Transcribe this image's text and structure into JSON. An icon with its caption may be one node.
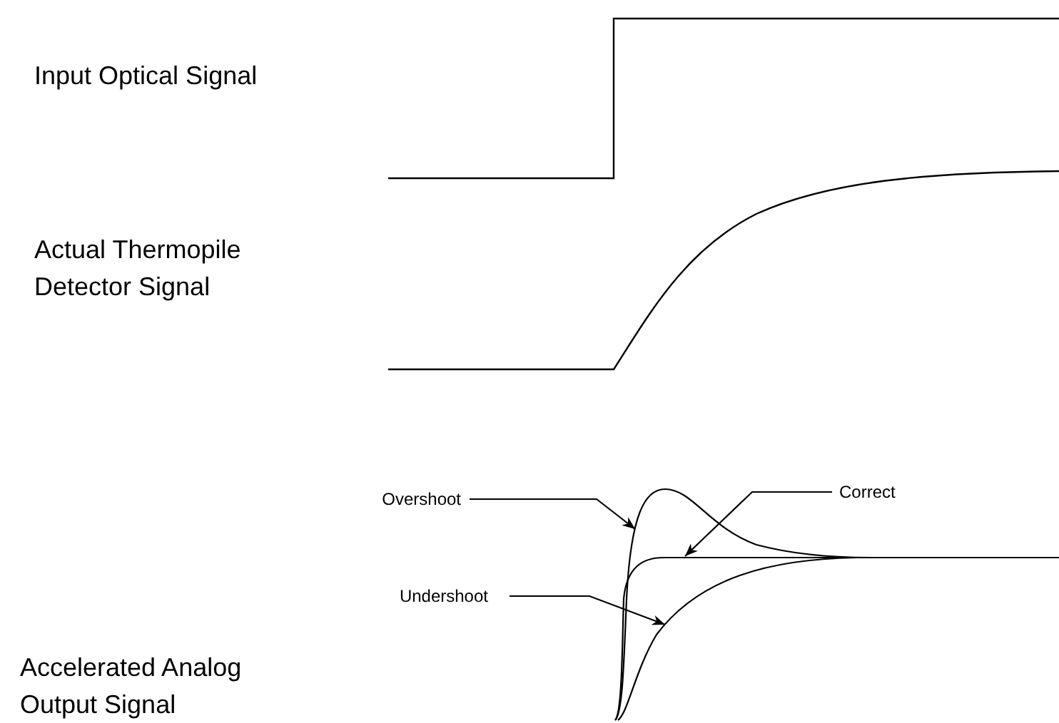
{
  "diagram": {
    "nodes": [
      {
        "text": [
          "Overshoot"
        ]
      },
      {
        "text": [
          "Correct"
        ]
      },
      {
        "text": [
          "Undershoot"
        ]
      },
      {
        "text": [],
        "shape": "curve"
      },
      {
        "text": [],
        "shape": "curve"
      },
      {
        "text": [],
        "shape": "curve"
      }
    ],
    "edges": [
      {
        "from": 0,
        "to": 3,
        "arrow": "to"
      },
      {
        "from": 1,
        "to": 4,
        "arrow": "to"
      },
      {
        "from": 2,
        "to": 5,
        "arrow": "to"
      }
    ],
    "labels": [
      "Input Optical Signal",
      "Actual Thermopile Detector Signal",
      "Accelerated Analog Output Signal"
    ]
  }
}
